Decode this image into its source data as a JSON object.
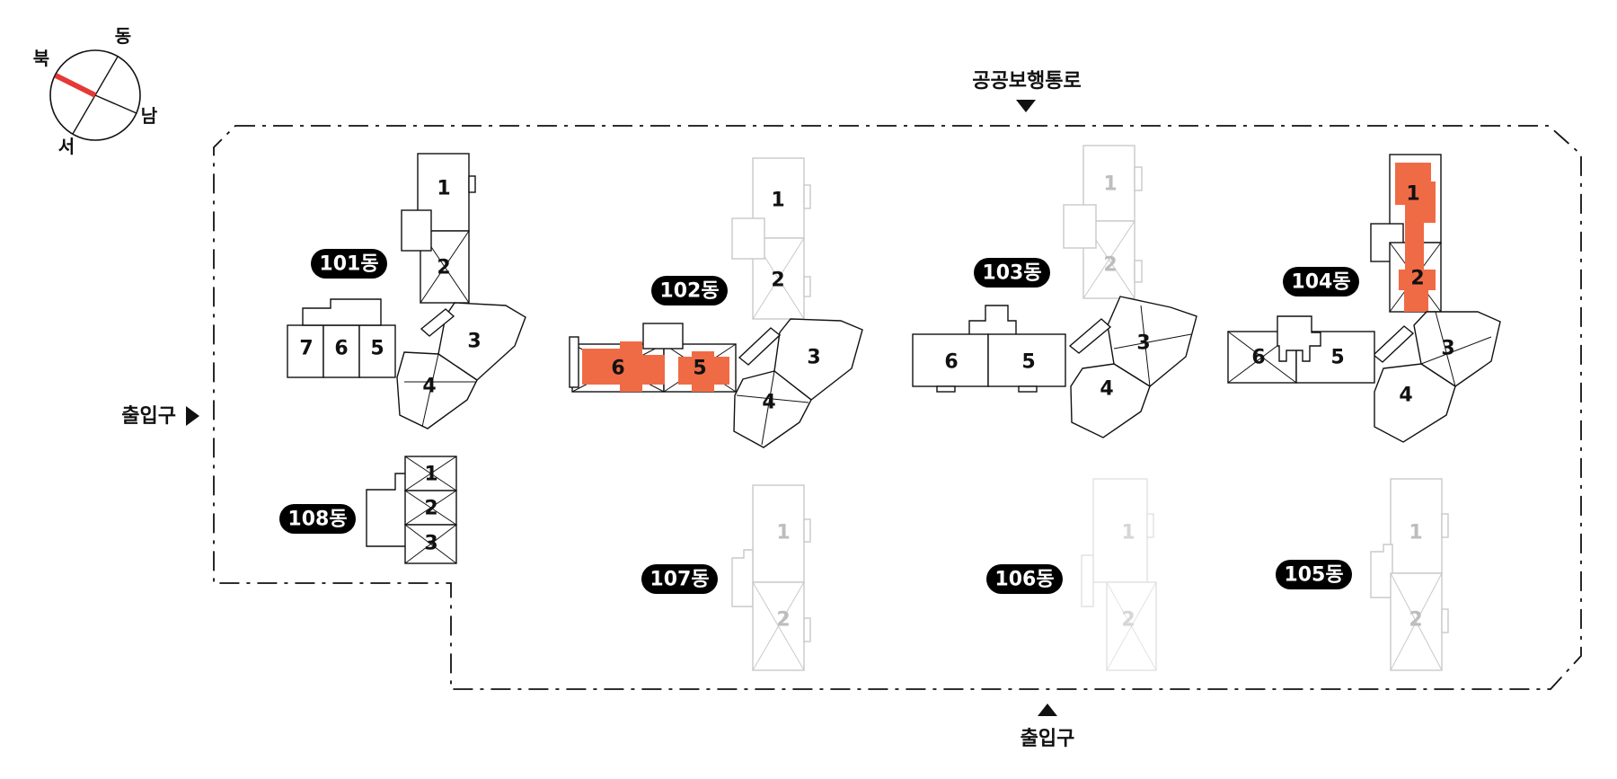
{
  "compass": {
    "north": "북",
    "east": "동",
    "south": "남",
    "west": "서",
    "needle_color": "#e53935"
  },
  "labels": {
    "walkway": "공공보행통로",
    "entrance_left": "출입구",
    "entrance_bottom": "출입구"
  },
  "highlight_color": "#ef6b45",
  "buildings": {
    "b101": {
      "name": "101동",
      "units": [
        "1",
        "2",
        "3",
        "4",
        "5",
        "6",
        "7"
      ]
    },
    "b102": {
      "name": "102동",
      "units": [
        "1",
        "2",
        "3",
        "4",
        "5",
        "6"
      ]
    },
    "b103": {
      "name": "103동",
      "units": [
        "1",
        "2",
        "3",
        "4",
        "5",
        "6"
      ]
    },
    "b104": {
      "name": "104동",
      "units": [
        "1",
        "2",
        "3",
        "4",
        "5",
        "6"
      ]
    },
    "b105": {
      "name": "105동",
      "units": [
        "1",
        "2"
      ]
    },
    "b106": {
      "name": "106동",
      "units": [
        "1",
        "2"
      ]
    },
    "b107": {
      "name": "107동",
      "units": [
        "1",
        "2"
      ]
    },
    "b108": {
      "name": "108동",
      "units": [
        "1",
        "2",
        "3"
      ]
    }
  }
}
